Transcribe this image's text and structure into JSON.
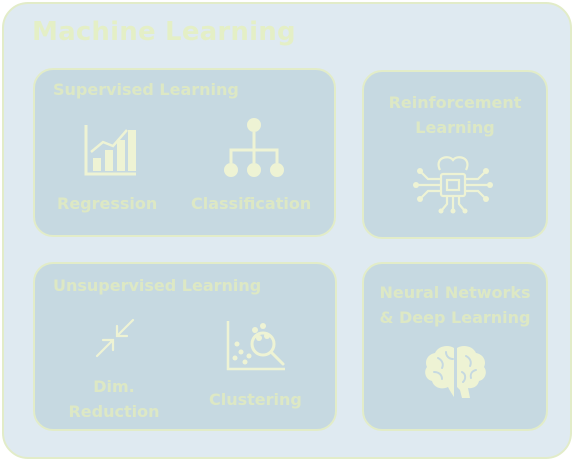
{
  "title": "Machine Learning",
  "supervised": {
    "title": "Supervised Learning",
    "items": [
      {
        "label": "Regression",
        "icon": "bar-chart-icon"
      },
      {
        "label": "Classification",
        "icon": "hierarchy-icon"
      }
    ]
  },
  "reinforcement": {
    "title": "Reinforcement Learning",
    "icon": "ai-chip-icon"
  },
  "unsupervised": {
    "title": "Unsupervised Learning",
    "items": [
      {
        "label": "Dim. Reduction",
        "icon": "compress-arrows-icon"
      },
      {
        "label": "Clustering",
        "icon": "scatter-magnify-icon"
      }
    ]
  },
  "neural": {
    "title": "Neural Networks & Deep Learning",
    "icon": "brain-icon"
  },
  "colors": {
    "outer_bg": "#dfeaf1",
    "box_bg": "#c6d9e1",
    "border": "#e2ecc8",
    "text": "#e4efc6",
    "icon": "#eef3d4"
  }
}
